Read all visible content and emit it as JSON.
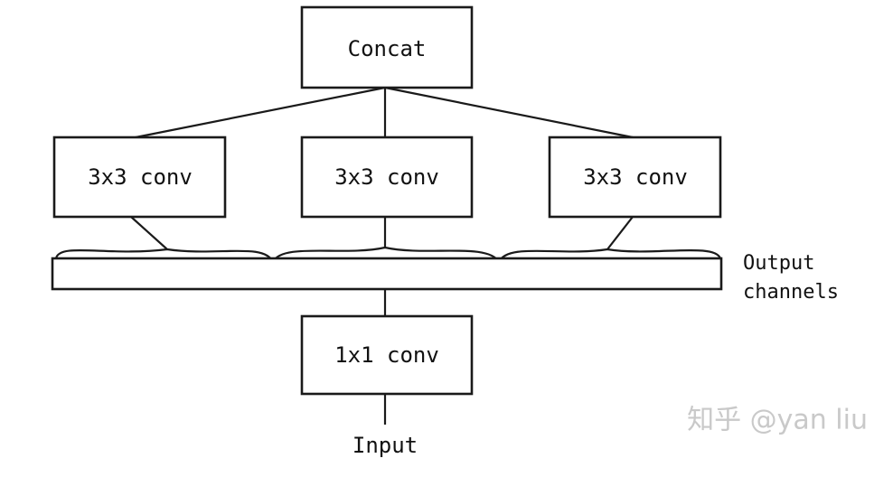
{
  "nodes": {
    "concat": "Concat",
    "conv_left": "3x3 conv",
    "conv_mid": "3x3 conv",
    "conv_right": "3x3 conv",
    "conv_1x1": "1x1 conv",
    "input": "Input"
  },
  "side_label": {
    "line1": "Output",
    "line2": "channels"
  },
  "watermark": "知乎 @yan liu"
}
